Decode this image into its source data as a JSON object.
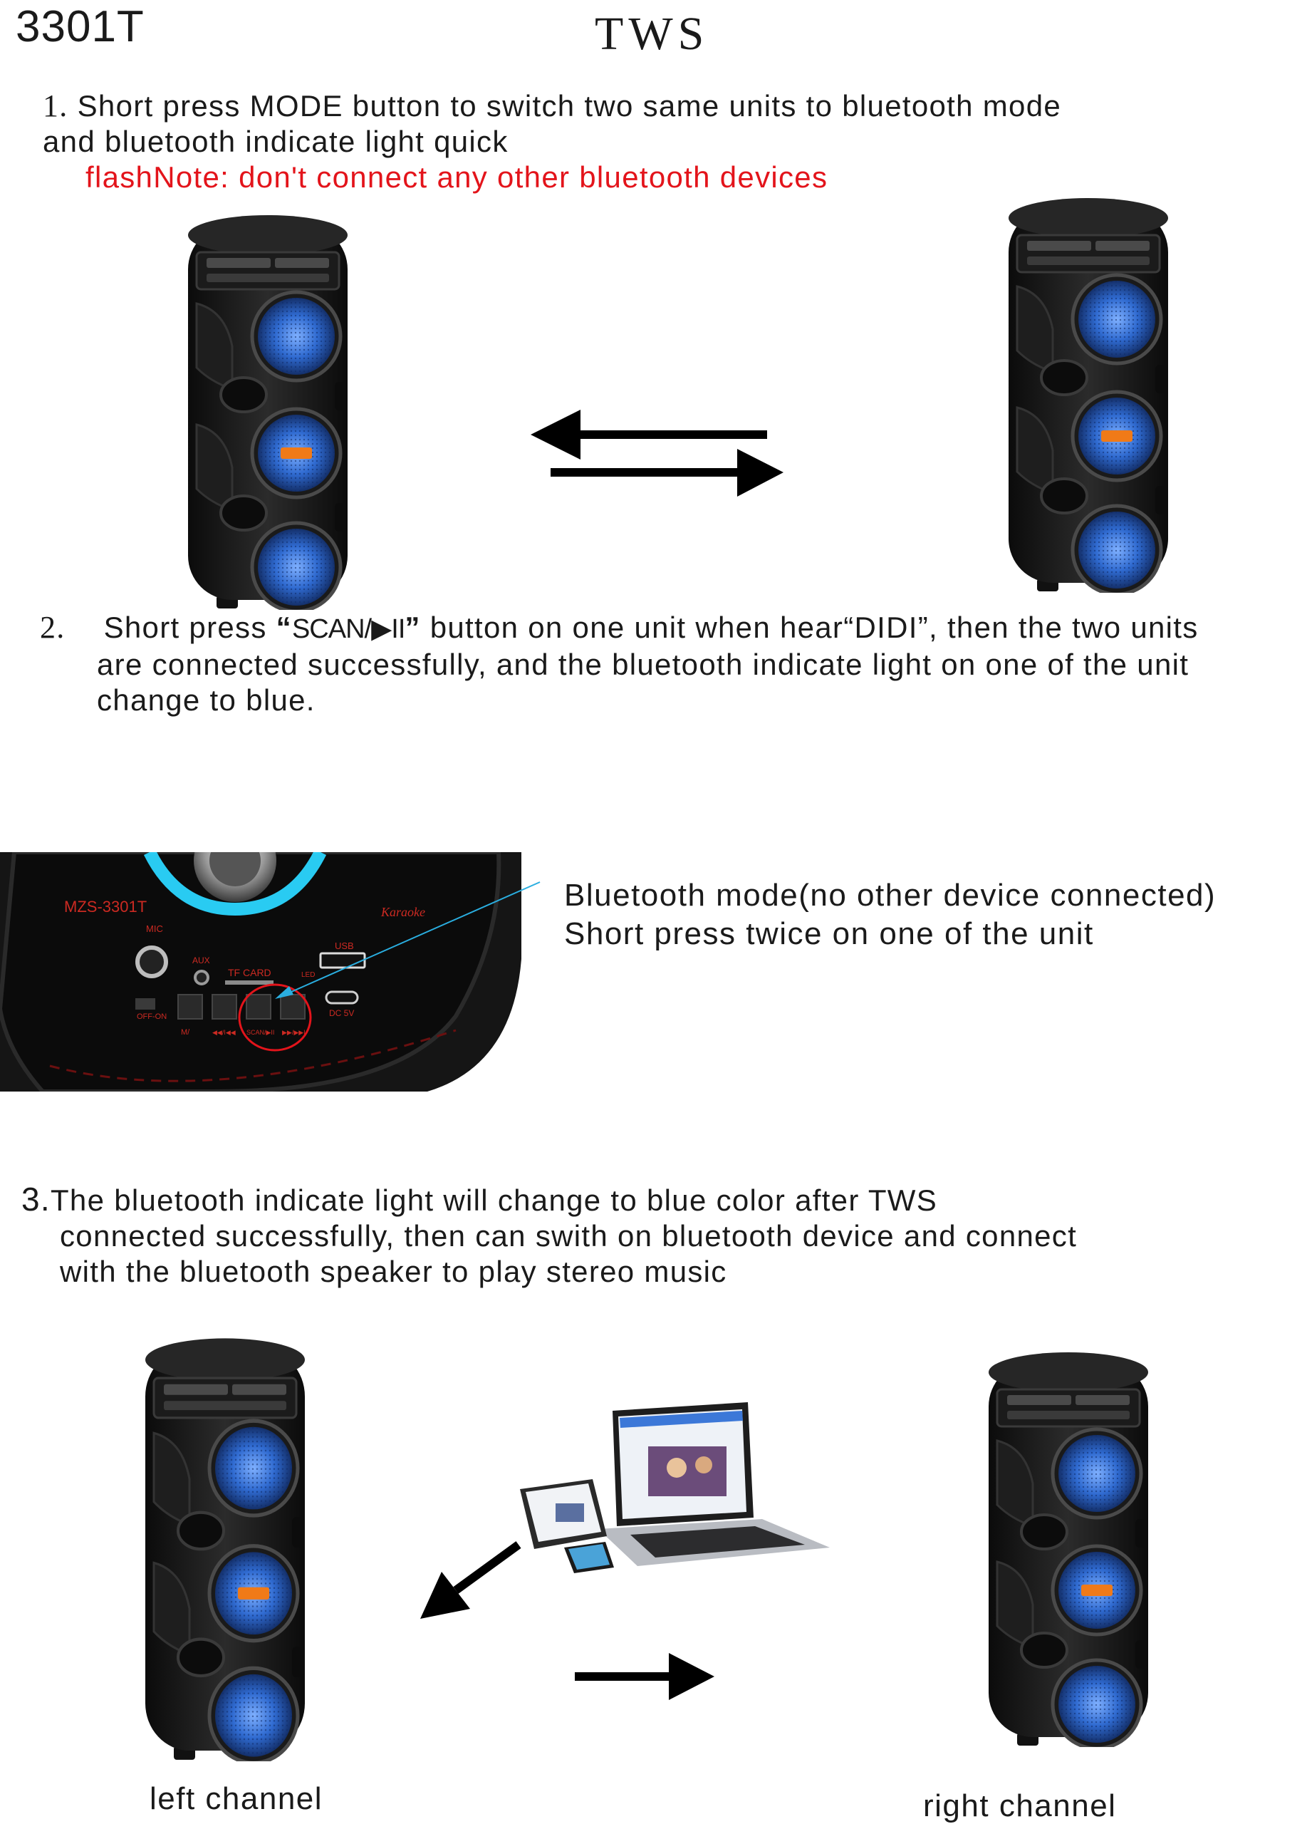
{
  "header": {
    "model": "3301T",
    "mode": "TWS"
  },
  "step1": {
    "num": "1.",
    "line1": "Short press MODE button to switch two same units to bluetooth mode",
    "line2": "and bluetooth indicate light quick",
    "note": "flashNote: don't connect any other bluetooth devices"
  },
  "step2": {
    "num": "2.",
    "pre": "Short press",
    "quote_open": "“",
    "button": "SCAN/▶II",
    "quote_close": "”",
    "mid": "button on one unit when hear",
    "didi": "“DIDI”",
    "post": ", then the two units",
    "line2": "are connected successfully, and the bluetooth indicate light on one of the unit",
    "line3": "change to blue."
  },
  "panel": {
    "model": "MZS-3301T",
    "mic": "MIC",
    "aux": "AUX",
    "tf": "TF CARD",
    "usb": "USB",
    "led": "LED",
    "offon": "OFF-ON",
    "mode": "M/",
    "prev": "◀◀/I◀◀",
    "scan": "SCAN/▶II",
    "next": "▶▶/▶▶I",
    "dc": "DC 5V",
    "karaoke": "Karaoke"
  },
  "callout": {
    "line1": "Bluetooth mode(no other device connected)",
    "line2": "Short press twice on one of the unit"
  },
  "step3": {
    "num": "3.",
    "line1": "The bluetooth indicate light will change to blue color after TWS",
    "line2": "connected successfully, then can swith on bluetooth device and connect",
    "line3": "with the bluetooth speaker to play stereo music"
  },
  "channels": {
    "left": "left channel",
    "right": "right channel"
  },
  "colors": {
    "accent_red": "#e3141b",
    "speaker_blue": "#2f6ad0",
    "badge_orange": "#f07a18",
    "ring_cyan": "#2bd6ff"
  },
  "icons": [
    "speaker-illustration",
    "swap-arrows-icon",
    "control-panel-illustration",
    "devices-illustration",
    "arrow-icon"
  ]
}
